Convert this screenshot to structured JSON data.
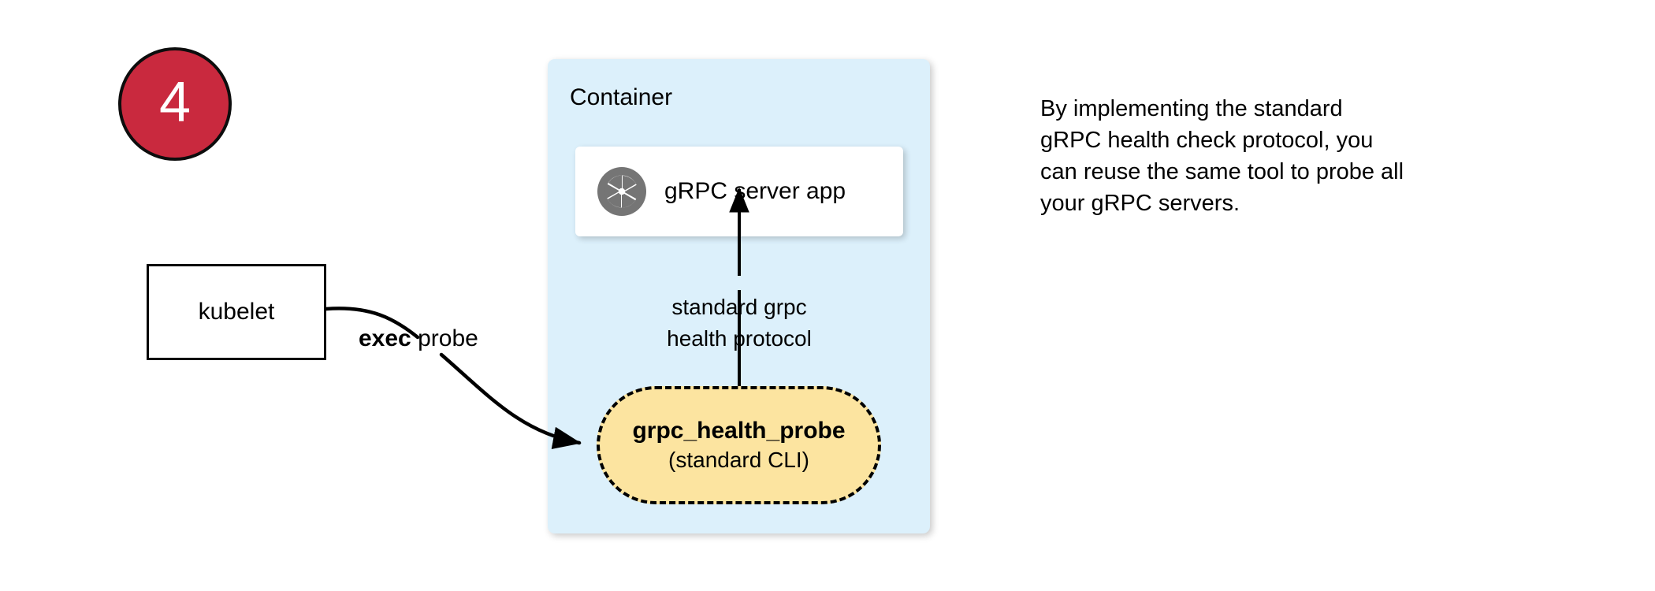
{
  "step": {
    "number": "4"
  },
  "kubelet": {
    "label": "kubelet"
  },
  "container": {
    "title": "Container",
    "fill_color": "#dcf0fb"
  },
  "server_card": {
    "label": "gRPC server app",
    "icon": "grpc-aperture-icon",
    "icon_color": "#757575"
  },
  "protocol_arrow": {
    "label": "standard grpc\nhealth protocol"
  },
  "probe_pill": {
    "title": "grpc_health_probe",
    "subtitle": "(standard CLI)",
    "fill_color": "#fce4a0",
    "border_style": "dashed"
  },
  "exec_arrow": {
    "label_bold": "exec",
    "label_rest": " probe"
  },
  "side_note": {
    "text": "By implementing the standard\ngRPC health check protocol, you\ncan reuse the same tool to probe all\nyour gRPC servers."
  },
  "colors": {
    "badge_red": "#c9293e",
    "container_blue": "#dcf0fb",
    "pill_yellow": "#fce4a0",
    "icon_gray": "#757575",
    "stroke_black": "#000000"
  }
}
